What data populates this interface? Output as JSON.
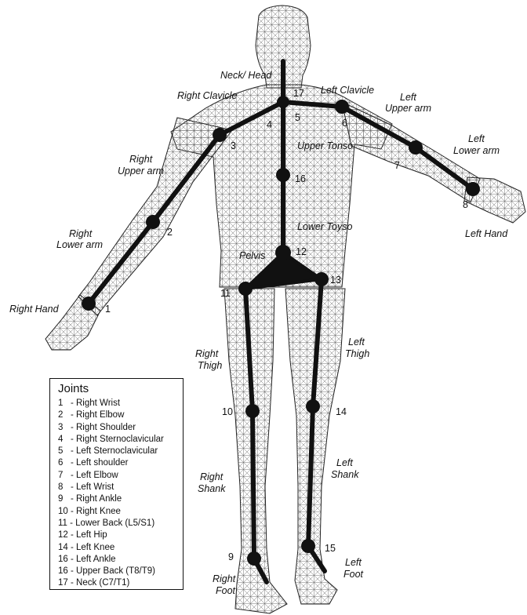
{
  "segments": {
    "neck_head": "Neck/ Head",
    "right_clavicle": "Right Clavicle",
    "left_clavicle": "Left Clavicle",
    "left_upper_arm_1": "Left",
    "left_upper_arm_2": "Upper arm",
    "left_lower_arm_1": "Left",
    "left_lower_arm_2": "Lower arm",
    "right_upper_arm_1": "Right",
    "right_upper_arm_2": "Upper arm",
    "upper_torso": "Upper Tonso",
    "lower_torso": "Lower Toyso",
    "right_lower_arm_1": "Right",
    "right_lower_arm_2": "Lower arm",
    "left_hand": "Left Hand",
    "pelvis": "Pelvis",
    "right_hand": "Right Hand",
    "left_thigh_1": "Left",
    "left_thigh_2": "Thigh",
    "right_thigh_1": "Right",
    "right_thigh_2": "Thigh",
    "left_shank_1": "Left",
    "left_shank_2": "Shank",
    "right_shank_1": "Right",
    "right_shank_2": "Shank",
    "left_foot_1": "Left",
    "left_foot_2": "Foot",
    "right_foot_1": "Right",
    "right_foot_2": "Foot"
  },
  "joint_numbers": {
    "n1": "1",
    "n2": "2",
    "n3": "3",
    "n4": "4",
    "n5": "5",
    "n6": "6",
    "n7": "7",
    "n8": "8",
    "n9": "9",
    "n10": "10",
    "n11": "11",
    "n12": "12",
    "n13": "13",
    "n14": "14",
    "n15": "15",
    "n16": "16",
    "n17": "17"
  },
  "legend": {
    "title": "Joints",
    "items": [
      "1   - Right Wrist",
      "2   - Right Elbow",
      "3   - Right Shoulder",
      "4   - Right Sternoclavicular",
      "5   - Left Sternoclavicular",
      "6   - Left shoulder",
      "7   - Left Elbow",
      "8   - Left Wrist",
      "9   - Right Ankle",
      "10 - Right Knee",
      "11 - Lower Back (L5/S1)",
      "12 - Left Hip",
      "14 - Left Knee",
      "16 - Left Ankle",
      "16 - Upper Back (T8/T9)",
      "17 - Neck (C7/T1)"
    ]
  },
  "colors": {
    "skeleton": "#111111",
    "mesh": "#555555",
    "background": "#ffffff"
  }
}
